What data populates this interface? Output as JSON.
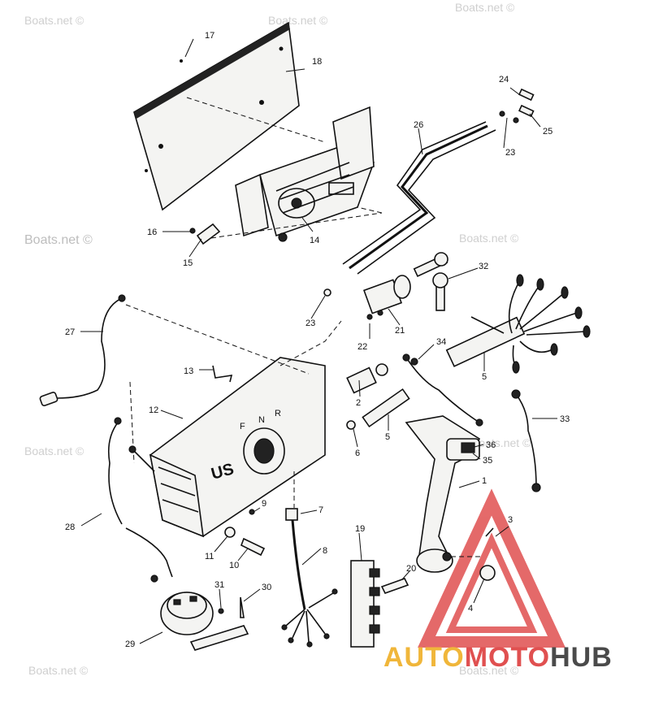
{
  "watermark_text": "Boats.net ©",
  "engraved_letters": {
    "forward": "F",
    "neutral": "N",
    "reverse": "R",
    "brand_mark": "US"
  },
  "logo": {
    "part1": "AUTO",
    "part2": "MOTO",
    "part3": "HUB",
    "colors": {
      "auto": "#f0b63a",
      "moto": "#e05050",
      "hub": "#4a4a4a",
      "triangle": "#e05050"
    }
  },
  "callouts": {
    "c1": "1",
    "c2": "2",
    "c3": "3",
    "c4": "4",
    "c5a": "5",
    "c5b": "5",
    "c6": "6",
    "c7": "7",
    "c8": "8",
    "c9": "9",
    "c10": "10",
    "c11": "11",
    "c12": "12",
    "c13": "13",
    "c14": "14",
    "c15": "15",
    "c16": "16",
    "c17": "17",
    "c18": "18",
    "c19": "19",
    "c20": "20",
    "c21": "21",
    "c22": "22",
    "c23a": "23",
    "c23b": "23",
    "c24": "24",
    "c25": "25",
    "c26": "26",
    "c27": "27",
    "c28": "28",
    "c29": "29",
    "c30": "30",
    "c31": "31",
    "c32": "32",
    "c33": "33",
    "c34": "34",
    "c35": "35",
    "c36": "36"
  }
}
